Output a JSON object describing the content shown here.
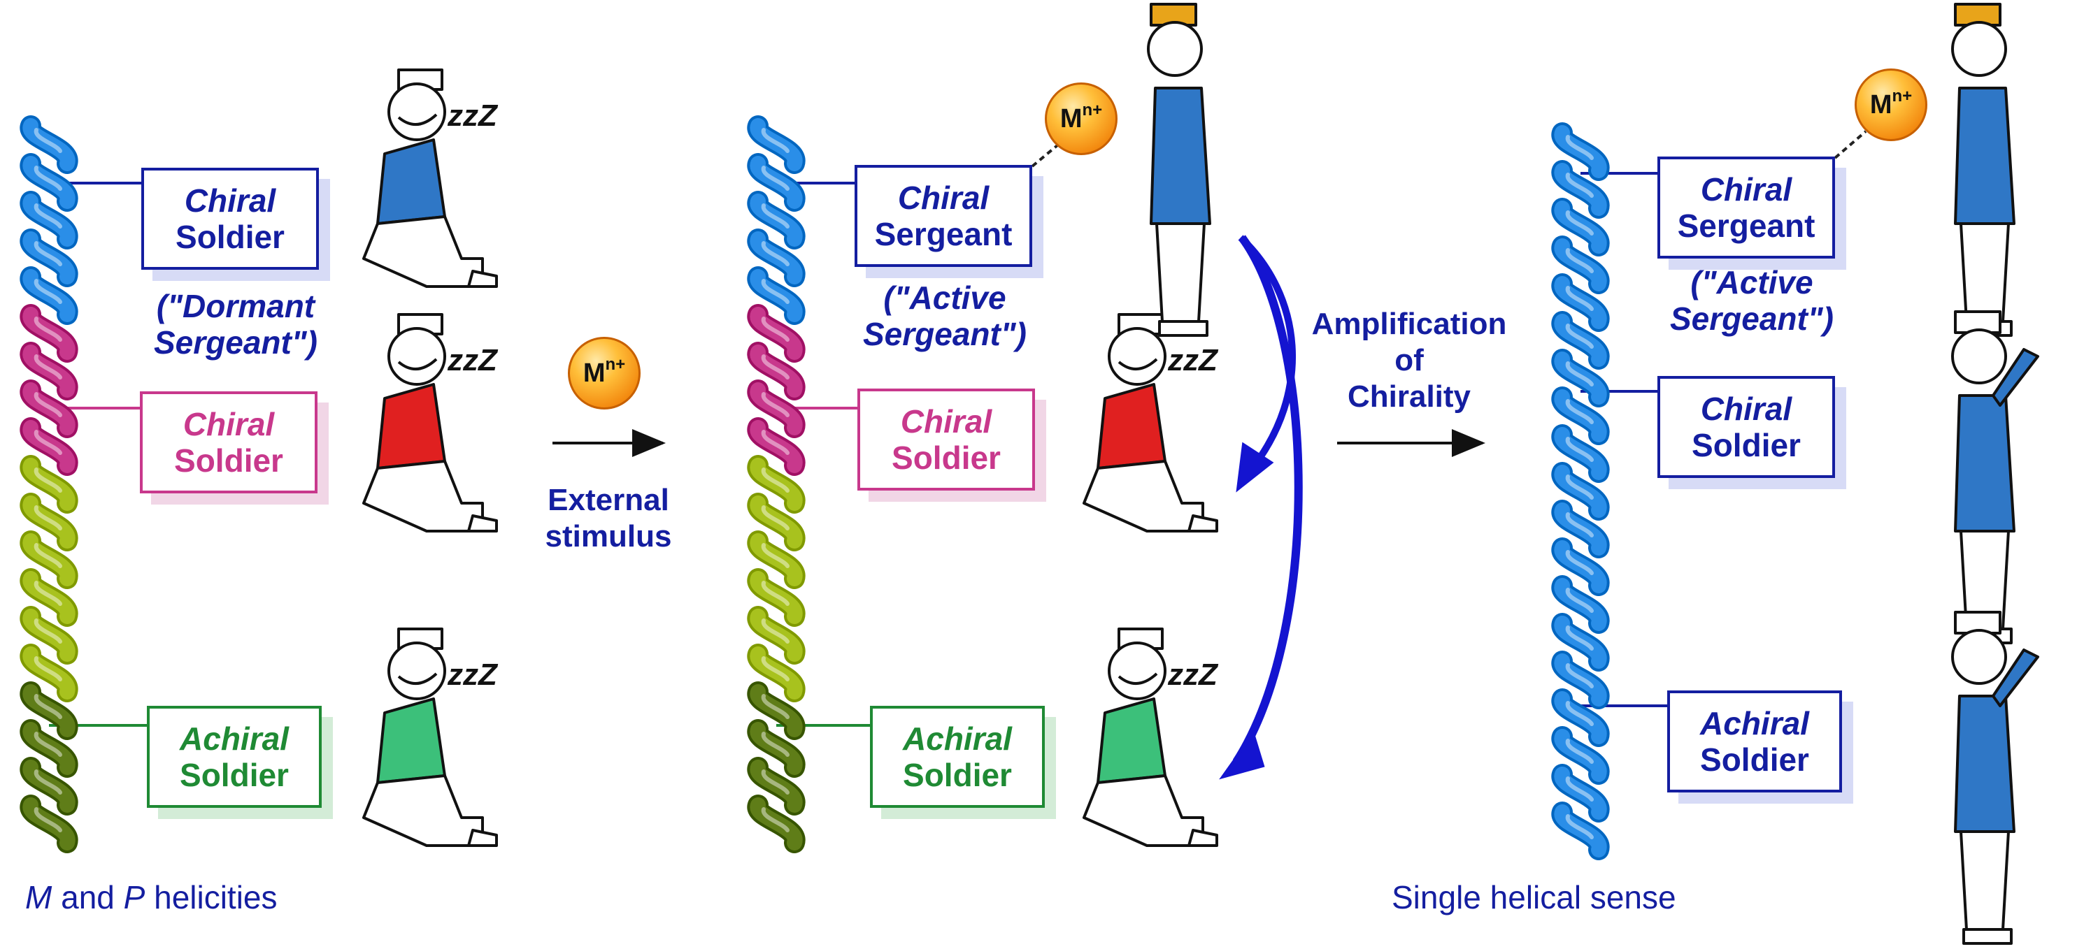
{
  "panels": {
    "left": {
      "sergeant_box": {
        "line1": "Chiral",
        "line2": "Soldier"
      },
      "sergeant_note": {
        "line1": "(\"Dormant",
        "line2": "Sergeant\")"
      },
      "chiral_soldier_box": {
        "line1": "Chiral",
        "line2": "Soldier"
      },
      "achiral_soldier_box": {
        "line1": "Achiral",
        "line2": "Soldier"
      },
      "caption": {
        "m": "M",
        "and": " and ",
        "p": "P",
        "rest": " helicities"
      }
    },
    "middle": {
      "sergeant_box": {
        "line1": "Chiral",
        "line2": "Sergeant"
      },
      "sergeant_note": {
        "line1": "(\"Active",
        "line2": "Sergeant\")"
      },
      "chiral_soldier_box": {
        "line1": "Chiral",
        "line2": "Soldier"
      },
      "achiral_soldier_box": {
        "line1": "Achiral",
        "line2": "Soldier"
      }
    },
    "right": {
      "sergeant_box": {
        "line1": "Chiral",
        "line2": "Sergeant"
      },
      "sergeant_note": {
        "line1": "(\"Active",
        "line2": "Sergeant\")"
      },
      "chiral_soldier_box": {
        "line1": "Chiral",
        "line2": "Soldier"
      },
      "achiral_soldier_box": {
        "line1": "Achiral",
        "line2": "Soldier"
      },
      "caption": "Single helical sense"
    }
  },
  "metal_ion": {
    "base": "M",
    "sup": "n+"
  },
  "stimulus_arrow": {
    "line1": "External",
    "line2": "stimulus"
  },
  "amplification_arrow": {
    "line1": "Amplification",
    "line2": "of",
    "line3": "Chirality"
  },
  "sleep_symbol": "zzZ",
  "colors": {
    "blue_helix": "#2a8ee8",
    "pink_helix": "#c8388c",
    "lime_helix": "#a8c21e",
    "olive_helix": "#5f7d18",
    "text_blue": "#141ea0",
    "arrow_blue": "#1414d0",
    "soldier_red": "#e02020",
    "soldier_green": "#3cc07a",
    "soldier_blue": "#2f77c6",
    "cap_gold": "#e8a41a"
  }
}
